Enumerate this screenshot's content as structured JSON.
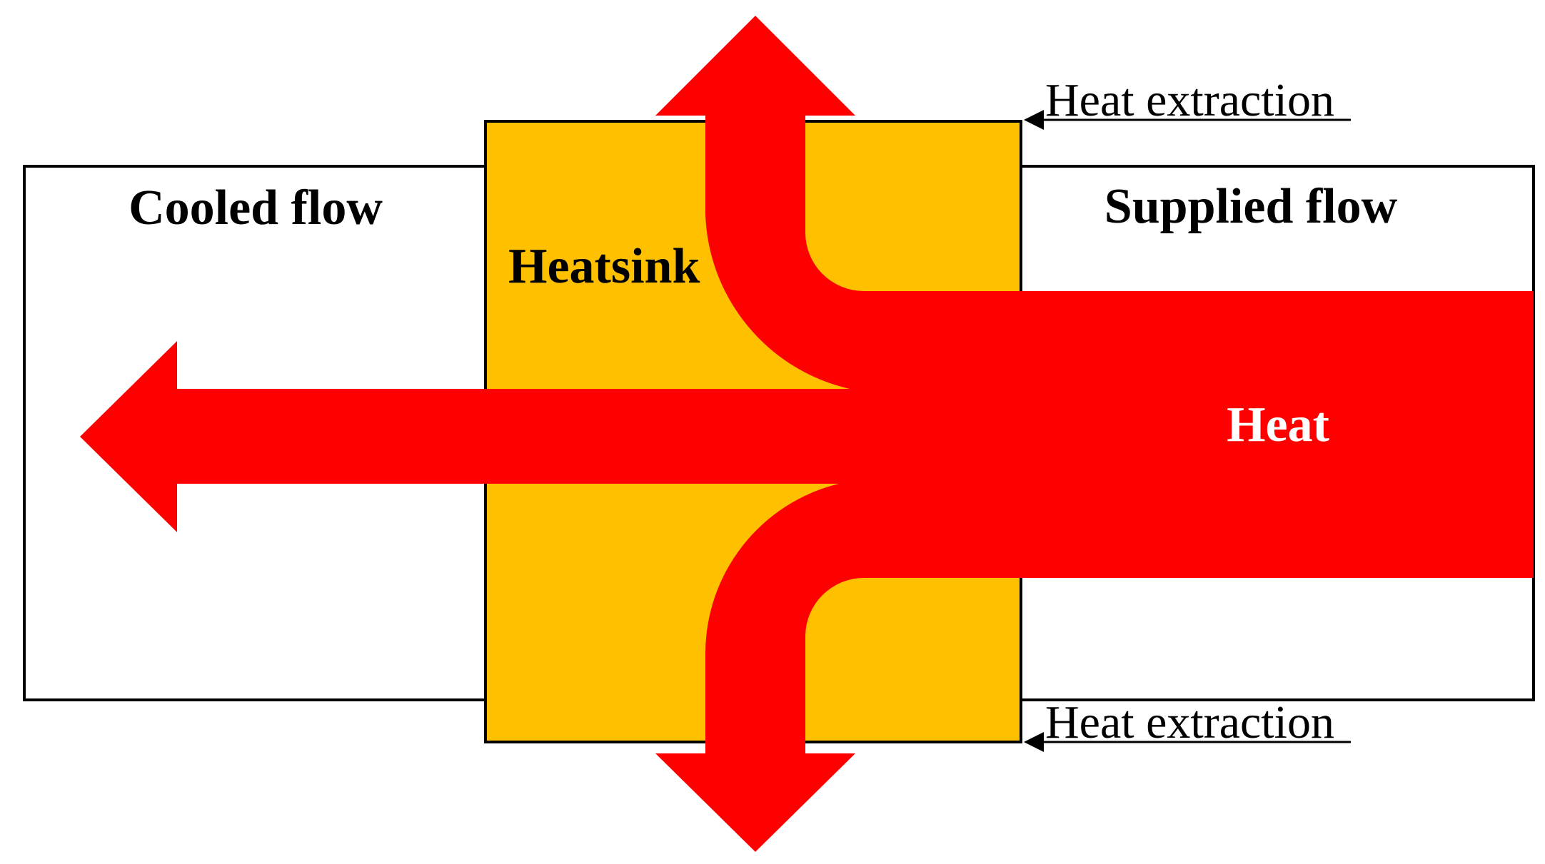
{
  "labels": {
    "cooled_flow": "Cooled flow",
    "supplied_flow": "Supplied flow",
    "heatsink": "Heatsink",
    "heat": "Heat",
    "heat_extraction_top": "Heat extraction",
    "heat_extraction_bottom": "Heat extraction"
  },
  "colors": {
    "heat_arrow": "#ff0000",
    "heatsink_fill": "#ffc000",
    "outline": "#000000",
    "background": "#ffffff",
    "heat_label": "#ffffff"
  }
}
